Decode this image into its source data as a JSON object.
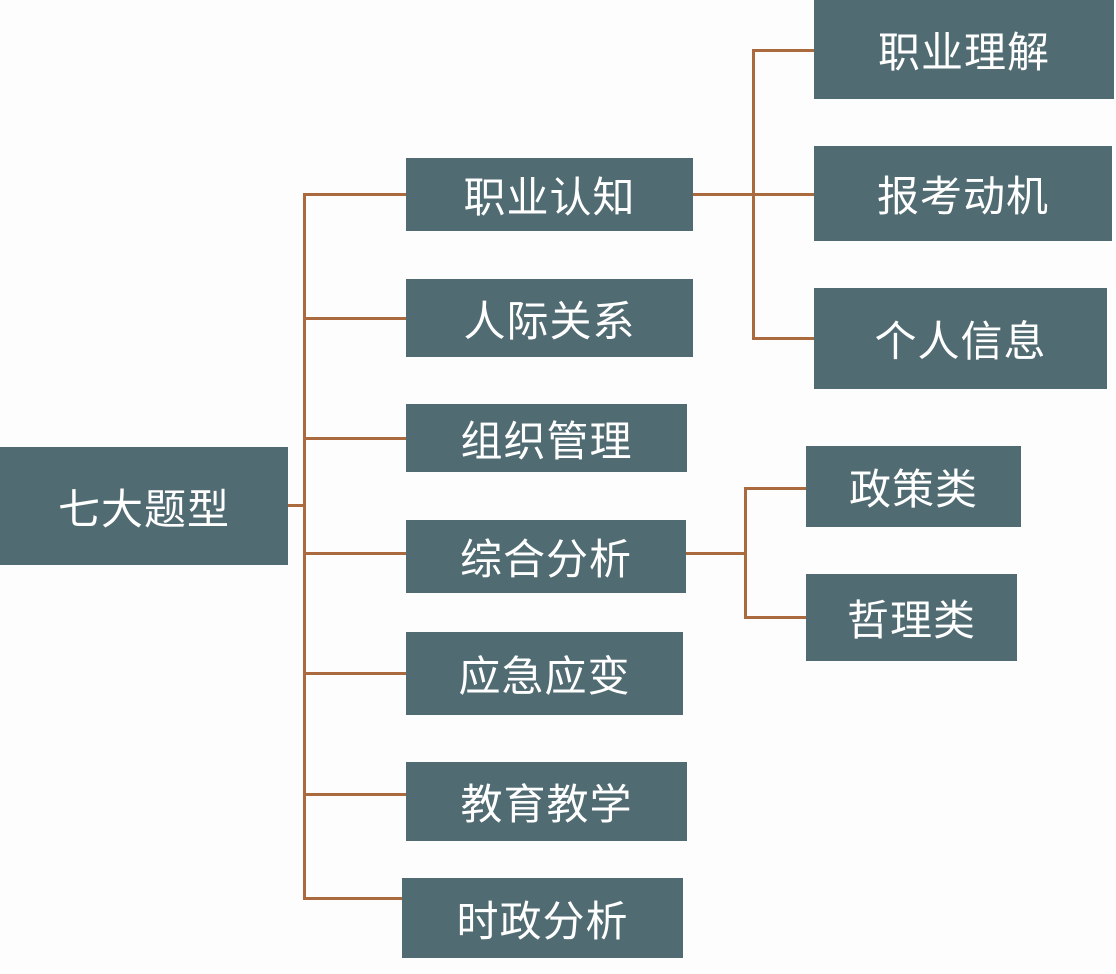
{
  "root": {
    "label": "七大题型"
  },
  "categories": [
    {
      "label": "职业认知",
      "children": [
        "职业理解",
        "报考动机",
        "个人信息"
      ]
    },
    {
      "label": "人际关系"
    },
    {
      "label": "组织管理"
    },
    {
      "label": "综合分析",
      "children": [
        "政策类",
        "哲理类"
      ]
    },
    {
      "label": "应急应变"
    },
    {
      "label": "教育教学"
    },
    {
      "label": "时政分析"
    }
  ],
  "colors": {
    "box": "#506b71",
    "line": "#ab6a3e",
    "text": "#ffffff"
  }
}
